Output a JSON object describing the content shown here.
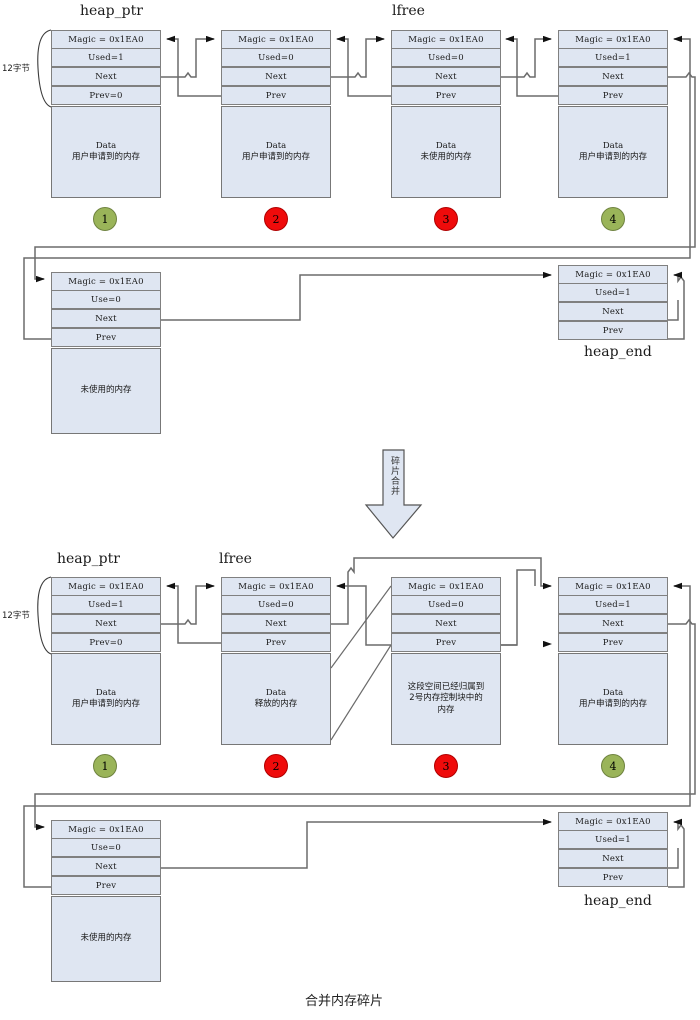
{
  "labels": {
    "heap_ptr": "heap_ptr",
    "lfree": "lfree",
    "heap_end": "heap_end",
    "twelve_bytes": "12字节",
    "arrow_text": "碎片合并",
    "caption": "合并内存碎片"
  },
  "fields": {
    "magic": "Magic = 0x1EA0",
    "used1": "Used=1",
    "used0": "Used=0",
    "use0": "Use=0",
    "next": "Next",
    "prev": "Prev",
    "prev0": "Prev=0"
  },
  "data_text": {
    "data": "Data",
    "user_mem": "用户申请到的内存",
    "unused_mem": "未使用的内存",
    "freed_mem": "释放的内存",
    "merged_1": "这段空间已经归属到",
    "merged_2": "2号内存控制块中的",
    "merged_3": "内存"
  },
  "colors": {
    "block_fill": "#dfe6f2",
    "block_stroke": "#808080",
    "line": "#6b6b6b",
    "green": "#9ab459",
    "red": "#ef0b0b"
  },
  "top_diagram": {
    "blocks": [
      {
        "id": "t1",
        "num": "1",
        "num_color": "green",
        "label": "heap_ptr",
        "magic": "Magic = 0x1EA0",
        "used": "Used=1",
        "next": "Next",
        "prev": "Prev=0",
        "data_line1": "Data",
        "data_line2": "用户申请到的内存"
      },
      {
        "id": "t2",
        "num": "2",
        "num_color": "red",
        "label": "",
        "magic": "Magic = 0x1EA0",
        "used": "Used=0",
        "next": "Next",
        "prev": "Prev",
        "data_line1": "Data",
        "data_line2": "用户申请到的内存"
      },
      {
        "id": "t3",
        "num": "3",
        "num_color": "red",
        "label": "lfree",
        "magic": "Magic = 0x1EA0",
        "used": "Used=0",
        "next": "Next",
        "prev": "Prev",
        "data_line1": "Data",
        "data_line2": "未使用的内存"
      },
      {
        "id": "t4",
        "num": "4",
        "num_color": "green",
        "label": "",
        "magic": "Magic = 0x1EA0",
        "used": "Used=1",
        "next": "Next",
        "prev": "Prev",
        "data_line1": "Data",
        "data_line2": "用户申请到的内存"
      }
    ],
    "free_block": {
      "magic": "Magic = 0x1EA0",
      "used": "Use=0",
      "next": "Next",
      "prev": "Prev",
      "data_line2": "未使用的内存"
    },
    "end_block": {
      "magic": "Magic = 0x1EA0",
      "used": "Used=1",
      "next": "Next",
      "prev": "Prev",
      "label": "heap_end"
    }
  },
  "bottom_diagram": {
    "blocks": [
      {
        "id": "b1",
        "num": "1",
        "num_color": "green",
        "label": "heap_ptr",
        "magic": "Magic = 0x1EA0",
        "used": "Used=1",
        "next": "Next",
        "prev": "Prev=0",
        "data_line1": "Data",
        "data_line2": "用户申请到的内存"
      },
      {
        "id": "b2",
        "num": "2",
        "num_color": "red",
        "label": "lfree",
        "magic": "Magic = 0x1EA0",
        "used": "Used=0",
        "next": "Next",
        "prev": "Prev",
        "data_line1": "Data",
        "data_line2": "释放的内存"
      },
      {
        "id": "b3",
        "num": "3",
        "num_color": "red",
        "label": "",
        "magic": "Magic = 0x1EA0",
        "used": "Used=0",
        "next": "Next",
        "prev": "Prev",
        "data_line1": "这段空间已经归属到",
        "data_line2": "2号内存控制块中的",
        "data_line3": "内存"
      },
      {
        "id": "b4",
        "num": "4",
        "num_color": "green",
        "label": "",
        "magic": "Magic = 0x1EA0",
        "used": "Used=1",
        "next": "Next",
        "prev": "Prev",
        "data_line1": "Data",
        "data_line2": "用户申请到的内存"
      }
    ],
    "free_block": {
      "magic": "Magic = 0x1EA0",
      "used": "Use=0",
      "next": "Next",
      "prev": "Prev",
      "data_line2": "未使用的内存"
    },
    "end_block": {
      "magic": "Magic = 0x1EA0",
      "used": "Used=1",
      "next": "Next",
      "prev": "Prev",
      "label": "heap_end"
    }
  }
}
